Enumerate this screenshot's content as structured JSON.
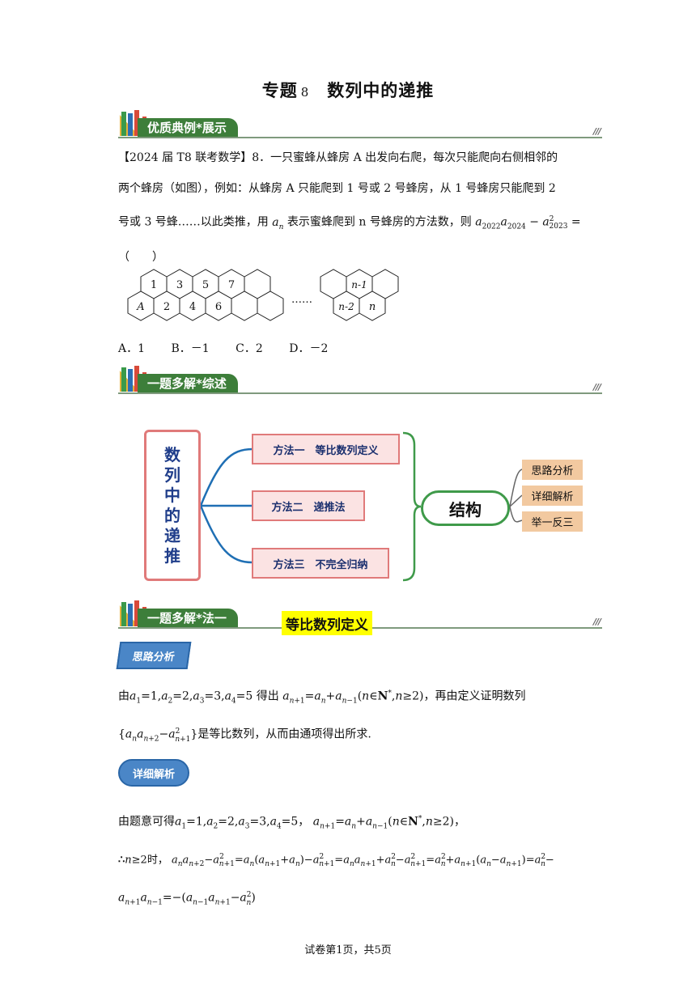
{
  "title": {
    "prefix": "专题",
    "number": "8",
    "text": "数列中的递推"
  },
  "sections": {
    "example": "优质典例*展示",
    "overview": "一题多解*综述",
    "method1": "一题多解*法一",
    "slashes": "///"
  },
  "problem": {
    "source": "【2024 届 T8 联考数学】8．",
    "line1": "一只蜜蜂从蜂房 A 出发向右爬，每次只能爬向右侧相邻的",
    "line2": "两个蜂房（如图），例如：从蜂房 A 只能爬到 1 号或 2 号蜂房，从 1 号蜂房只能爬到 2",
    "line3_a": "号或 3 号蜂……以此类推，用 ",
    "line3_b": " 表示蜜蜂爬到 n 号蜂房的方法数，则 ",
    "line4": "（　　）",
    "hex_labels": {
      "top": [
        "1",
        "3",
        "5",
        "7"
      ],
      "bottom": [
        "A",
        "2",
        "4",
        "6"
      ],
      "dots": "……",
      "r_top": "n-1",
      "r_bottom1": "n-2",
      "r_bottom2": "n"
    }
  },
  "choices": [
    "A．1",
    "B．－1",
    "C．2",
    "D．－2"
  ],
  "mindmap": {
    "root": [
      "数",
      "列",
      "中",
      "的",
      "递",
      "推"
    ],
    "methods": [
      "方法一　等比数列定义",
      "方法二　递推法",
      "方法三　不完全归纳"
    ],
    "structure": "结构",
    "parts": [
      "思路分析",
      "详细解析",
      "举一反三"
    ]
  },
  "method1_title": "等比数列定义",
  "badges": {
    "think": "思路分析",
    "detail": "详细解析"
  },
  "analysis": {
    "t1": "由",
    "t2": "得出",
    "t3": "，再由定义证明数列",
    "t4": "是等比数列，从而由通项得出所求."
  },
  "detail": {
    "t1": "由题意可得",
    "t2": "∴",
    "t3": "时，"
  },
  "footer": "试卷第1页，共5页",
  "colors": {
    "green": "#3d7e3a",
    "pink_border": "#e07a7a",
    "pink_fill": "#fbe3e3",
    "orange": "#f2c9a0",
    "blue": "#4a86c7",
    "yellow": "#ffff00"
  }
}
